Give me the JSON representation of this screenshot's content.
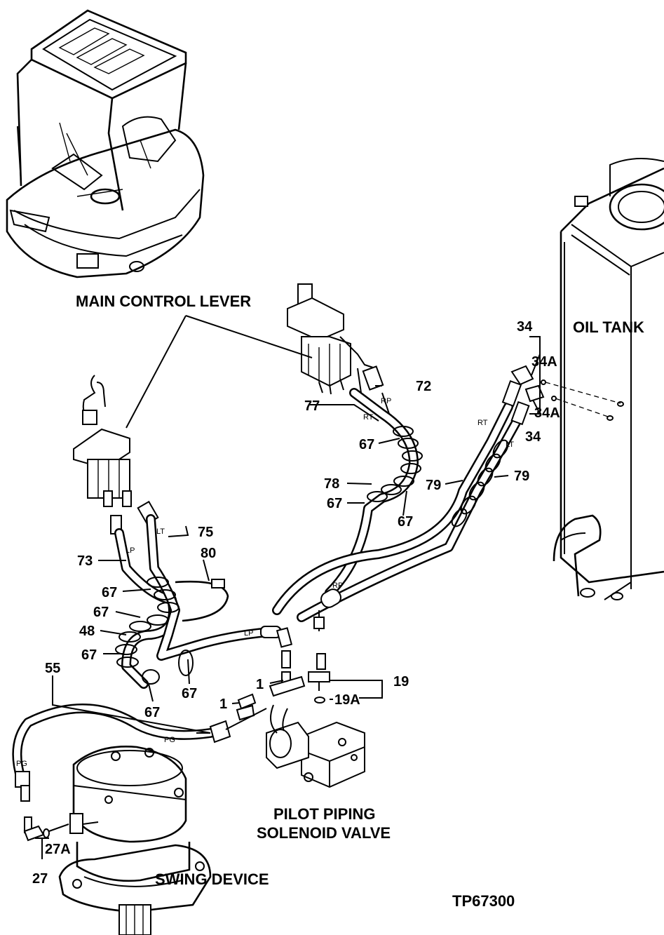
{
  "section_labels": {
    "main_control_lever": "MAIN CONTROL LEVER",
    "oil_tank": "OIL TANK",
    "pilot_piping_line1": "PILOT PIPING",
    "pilot_piping_line2": "SOLENOID VALVE",
    "swing_device": "SWING DEVICE",
    "figure_id": "TP67300"
  },
  "part_callouts": {
    "p34_top": "34",
    "p34a_top": "34A",
    "p34a_bottom": "34A",
    "p34_bottom": "34",
    "p72": "72",
    "p77": "77",
    "p67_a": "67",
    "p78": "78",
    "p67_b": "67",
    "p67_c": "67",
    "p79_a": "79",
    "p79_b": "79",
    "p75": "75",
    "p80": "80",
    "p73": "73",
    "p67_d": "67",
    "p67_e": "67",
    "p48": "48",
    "p67_f": "67",
    "p67_g": "67",
    "p67_h": "67",
    "p55": "55",
    "p1_a": "1",
    "p1_b": "1",
    "p19": "19",
    "p19a": "19A",
    "p27a": "27A",
    "p27": "27"
  },
  "hose_tags": {
    "rp_top": "RP",
    "rt_top": "RT",
    "rt_right": "RT",
    "lt_right": "LT",
    "lt_left": "LT",
    "lp_left": "LP",
    "lp_mid": "LP",
    "rp_mid": "RP",
    "pg_mid": "PG",
    "pg_left": "PG"
  }
}
